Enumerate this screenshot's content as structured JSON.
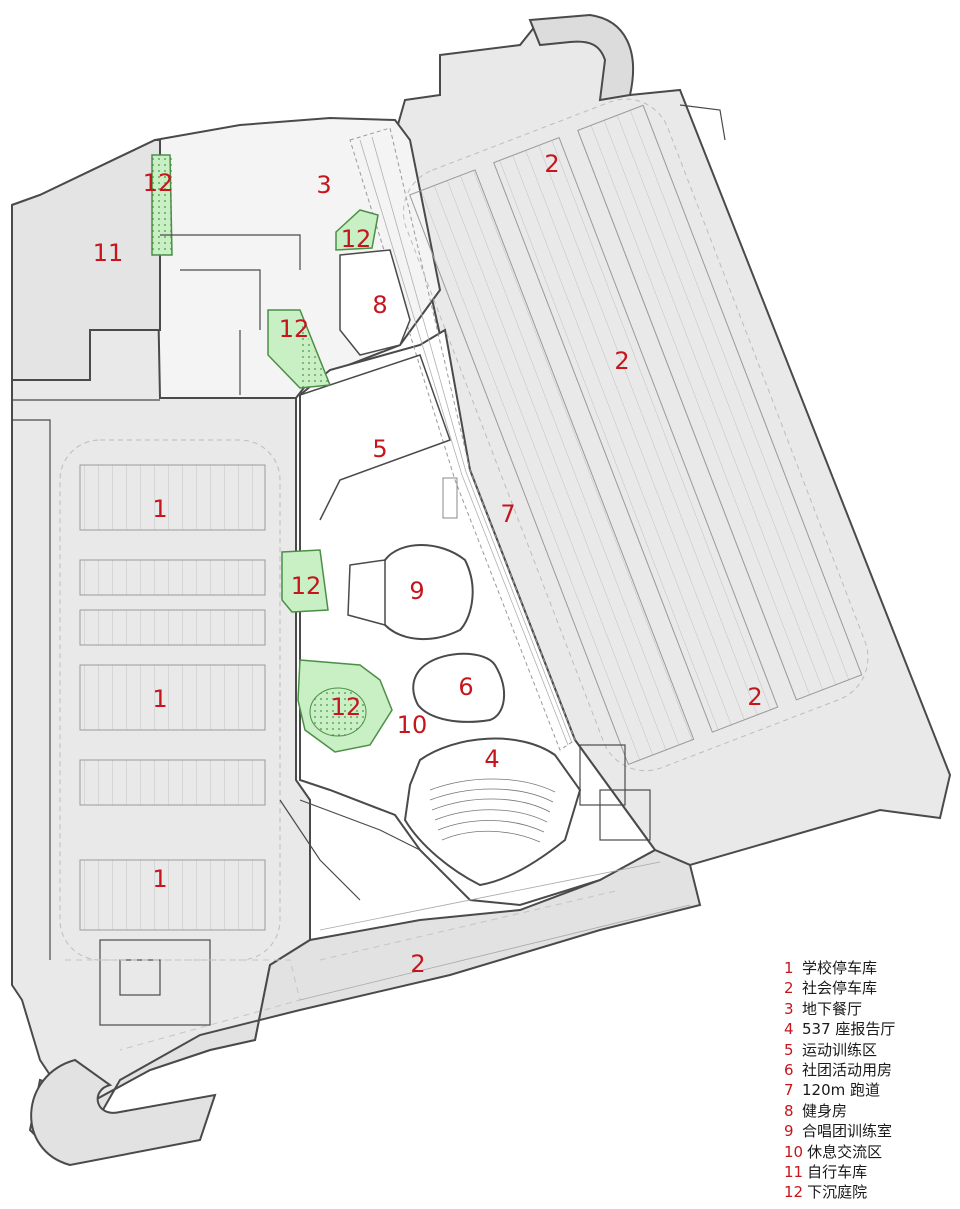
{
  "colors": {
    "wall": "#4a4a4a",
    "parking_fill": "#e9e9e9",
    "garden_fill": "#c9efc4",
    "garden_stroke": "#4b8f46",
    "label_red": "#c4161c",
    "grid": "#bdbdbd"
  },
  "zones": {
    "z1a": "1",
    "z1b": "1",
    "z1c": "1",
    "z2a": "2",
    "z2b": "2",
    "z2c": "2",
    "z2d": "2",
    "z3": "3",
    "z4": "4",
    "z5": "5",
    "z6": "6",
    "z7": "7",
    "z8": "8",
    "z9": "9",
    "z10": "10",
    "z11": "11",
    "z12a": "12",
    "z12b": "12",
    "z12c": "12",
    "z12d": "12",
    "z12e": "12"
  },
  "legend": [
    {
      "num": "1",
      "label": "学校停车库"
    },
    {
      "num": "2",
      "label": "社会停车库"
    },
    {
      "num": "3",
      "label": "地下餐厅"
    },
    {
      "num": "4",
      "label": "537 座报告厅"
    },
    {
      "num": "5",
      "label": "运动训练区"
    },
    {
      "num": "6",
      "label": "社团活动用房"
    },
    {
      "num": "7",
      "label": "120m 跑道"
    },
    {
      "num": "8",
      "label": "健身房"
    },
    {
      "num": "9",
      "label": "合唱团训练室"
    },
    {
      "num": "10",
      "label": "休息交流区"
    },
    {
      "num": "11",
      "label": "自行车库"
    },
    {
      "num": "12",
      "label": "下沉庭院"
    }
  ]
}
